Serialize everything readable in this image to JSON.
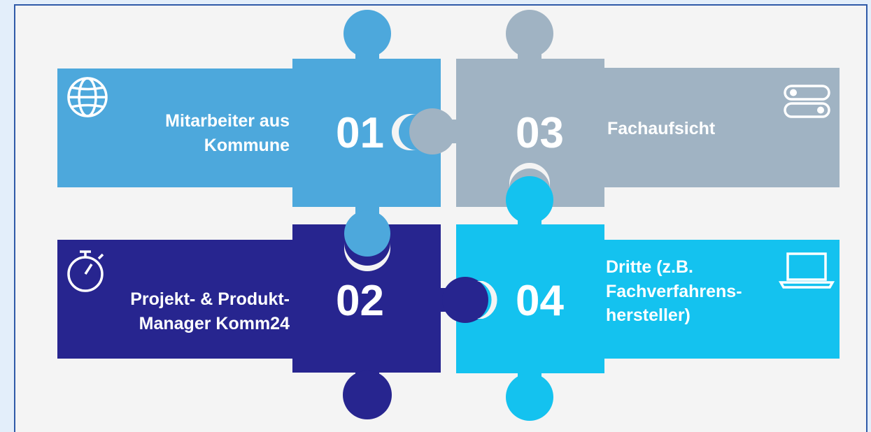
{
  "pieces": [
    {
      "number": "01",
      "label_lines": [
        "Mitarbeiter aus",
        "Kommune"
      ],
      "icon": "globe-icon",
      "color": "#4da8dc"
    },
    {
      "number": "02",
      "label_lines": [
        "Projekt- & Produkt-",
        "Manager Komm24"
      ],
      "icon": "stopwatch-icon",
      "color": "#27258f"
    },
    {
      "number": "03",
      "label_lines": [
        "Fachaufsicht"
      ],
      "icon": "toggle-switches-icon",
      "color": "#a0b3c3"
    },
    {
      "number": "04",
      "label_lines": [
        "Dritte (z.B.",
        "Fachverfahrens-",
        "hersteller)"
      ],
      "icon": "laptop-icon",
      "color": "#14c2ef"
    }
  ],
  "background_color": "#f4f4f4",
  "frame_border_color": "#2f5aa8"
}
